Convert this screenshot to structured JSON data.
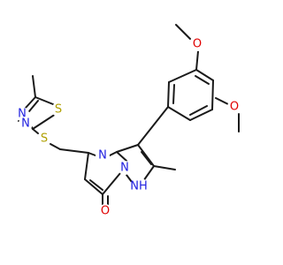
{
  "colors": {
    "bond": "#1a1a1a",
    "carbon": "#1a1a1a",
    "nitrogen": "#2020e0",
    "oxygen": "#e00000",
    "sulfur": "#b0a000",
    "background": "#ffffff"
  },
  "atoms": {
    "ome_top_o": "O",
    "ome_right_o": "O",
    "pyrimidine_n": "N",
    "bridge_n": "N",
    "pyrazole_nh": "NH",
    "carbonyl_o": "O",
    "thioether_s": "S",
    "thiadiazole_s": "S",
    "thiadiazole_n1": "N",
    "thiadiazole_n2": "N"
  }
}
